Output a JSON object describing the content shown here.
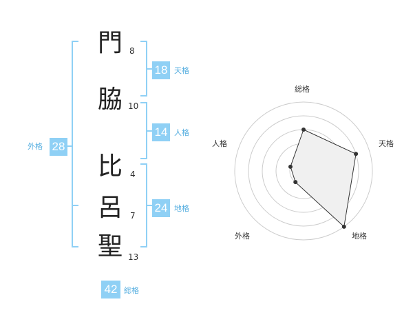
{
  "name": {
    "chars": [
      {
        "char": "門",
        "strokes": "8"
      },
      {
        "char": "脇",
        "strokes": "10"
      },
      {
        "char": "比",
        "strokes": "4"
      },
      {
        "char": "呂",
        "strokes": "7"
      },
      {
        "char": "聖",
        "strokes": "13"
      }
    ]
  },
  "fortunes": {
    "tenkaku": {
      "value": "18",
      "label": "天格"
    },
    "jinkaku": {
      "value": "14",
      "label": "人格"
    },
    "chikaku": {
      "value": "24",
      "label": "地格"
    },
    "gaikaku": {
      "value": "28",
      "label": "外格"
    },
    "soukaku": {
      "value": "42",
      "label": "総格"
    }
  },
  "radar": {
    "axes": [
      "総格",
      "天格",
      "地格",
      "外格",
      "人格"
    ],
    "values": [
      3,
      4,
      5,
      1,
      1
    ],
    "max": 5,
    "colors": {
      "bracket": "#8fd0f5",
      "fill": "#f0f0f0",
      "line": "#333333",
      "ring": "#cccccc"
    }
  }
}
